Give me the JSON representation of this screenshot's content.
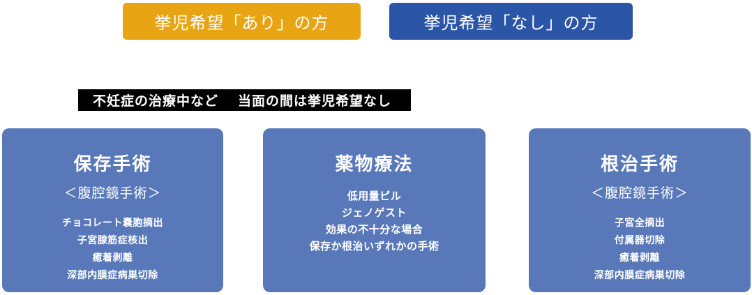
{
  "colors": {
    "accent_orange": "#E8A412",
    "accent_blue": "#2B56A7",
    "box_blue": "#5878BA",
    "bar_black": "#000000"
  },
  "header": {
    "buttons": [
      {
        "label": "挙児希望「あり」の方",
        "color": "#E8A412"
      },
      {
        "label": "挙児希望「なし」の方",
        "color": "#2B56A7"
      }
    ]
  },
  "note_bar": {
    "background": "#000000",
    "text_left": "不妊症の治療中など",
    "text_right": "当面の間は挙児希望なし"
  },
  "boxes": [
    {
      "title": "保存手術",
      "subtitle": "＜腹腔鏡手術＞",
      "items": [
        "チョコレート嚢胞摘出",
        "子宮腺筋症核出",
        "癒着剥離",
        "深部内膜症病巣切除"
      ]
    },
    {
      "title": "薬物療法",
      "items": [
        "低用量ピル",
        "ジェノゲスト",
        "効果の不十分な場合",
        "保存か根治いずれかの手術"
      ]
    },
    {
      "title": "根治手術",
      "subtitle": "＜腹腔鏡手術＞",
      "items": [
        "子宮全摘出",
        "付属器切除",
        "癒着剥離",
        "深部内膜症病巣切除"
      ]
    }
  ]
}
